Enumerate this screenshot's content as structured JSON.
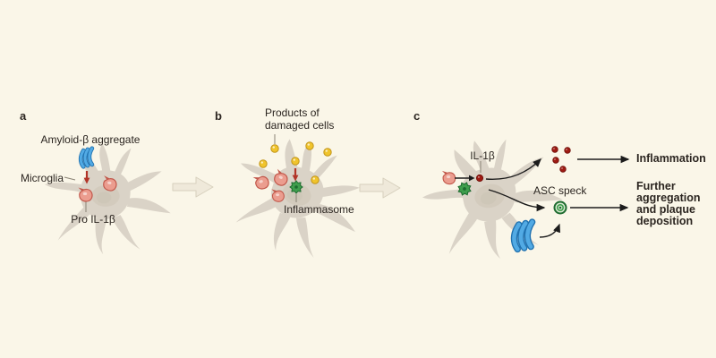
{
  "colors": {
    "background": "#faf6e8",
    "cell_body": "#dad3c7",
    "cell_inner": "#c9c0b1",
    "amyloid_blue": "#52aae4",
    "amyloid_blue_dark": "#2172b0",
    "vesicle_pink": "#eb9d8f",
    "vesicle_outline": "#c2584b",
    "dot_yellow": "#f0c42c",
    "dot_yellow_outline": "#c2951a",
    "inflammasome_green": "#3f9e4d",
    "inflammasome_green_dark": "#1d6b2f",
    "speck_light": "#d8e9d0",
    "il1b_red": "#9e1a12",
    "il1b_red_dark": "#70110b",
    "arrow_red": "#b23427",
    "arrow_black": "#1c1c1c",
    "pointer_gray": "#8a8375",
    "block_arrow_fill": "#efe9da",
    "block_arrow_stroke": "#d7d0bd",
    "text": "#2b2520"
  },
  "panel_a": {
    "letter": "a",
    "amyloid_label": "Amyloid-β aggregate",
    "microglia_label": "Microglia",
    "pro_il1b_label": "Pro IL-1β"
  },
  "panel_b": {
    "letter": "b",
    "products_label": "Products of\ndamaged cells",
    "inflammasome_label": "Inflammasome"
  },
  "panel_c": {
    "letter": "c",
    "il1b_label": "IL-1β",
    "asc_speck_label": "ASC speck",
    "outcome_inflammation": "Inflammation",
    "outcome_aggregation": "Further\naggregation\nand plaque\ndeposition"
  }
}
